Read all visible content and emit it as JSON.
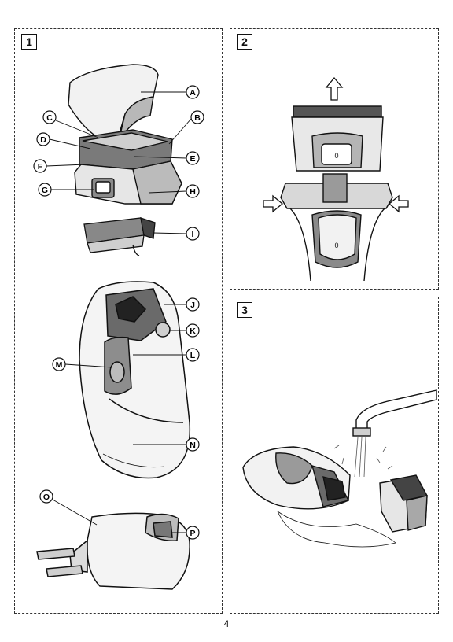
{
  "page_number": "4",
  "panels": {
    "one": {
      "number": "1"
    },
    "two": {
      "number": "2"
    },
    "three": {
      "number": "3"
    }
  },
  "callouts": [
    "A",
    "B",
    "C",
    "D",
    "E",
    "F",
    "G",
    "H",
    "I",
    "J",
    "K",
    "L",
    "M",
    "N",
    "O",
    "P"
  ],
  "icons": {
    "arrow_up": "arrow-up-icon",
    "arrow_right": "arrow-right-icon",
    "arrow_left": "arrow-left-icon"
  },
  "colors": {
    "line": "#111111",
    "shade": "#9a9a9a",
    "light": "#d0d0d0"
  }
}
